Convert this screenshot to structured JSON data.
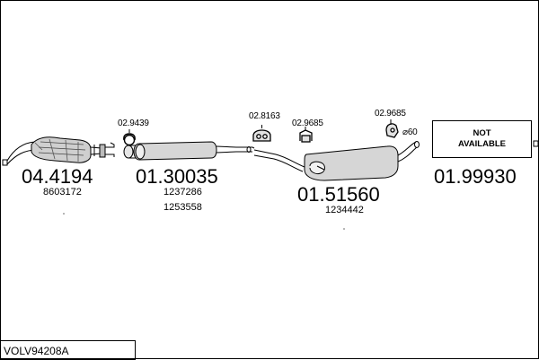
{
  "parts": {
    "front_pipe": {
      "number": "04.4194",
      "oem_1": "8603172"
    },
    "middle_silencer": {
      "number": "01.30035",
      "oem_1": "1237286",
      "oem_2": "1253558"
    },
    "rear_silencer": {
      "number": "01.51560",
      "oem_1": "1234442"
    },
    "tail_section": {
      "number": "01.99930",
      "note_line_1": "NOT",
      "note_line_2": "AVAILABLE"
    }
  },
  "accessories": {
    "clamp_a": "02.9439",
    "mount_a": "02.8163",
    "mount_b": "02.9685",
    "mount_c": "02.9685",
    "diameter": "⌀60"
  },
  "kit_code": "VOLV94208A"
}
